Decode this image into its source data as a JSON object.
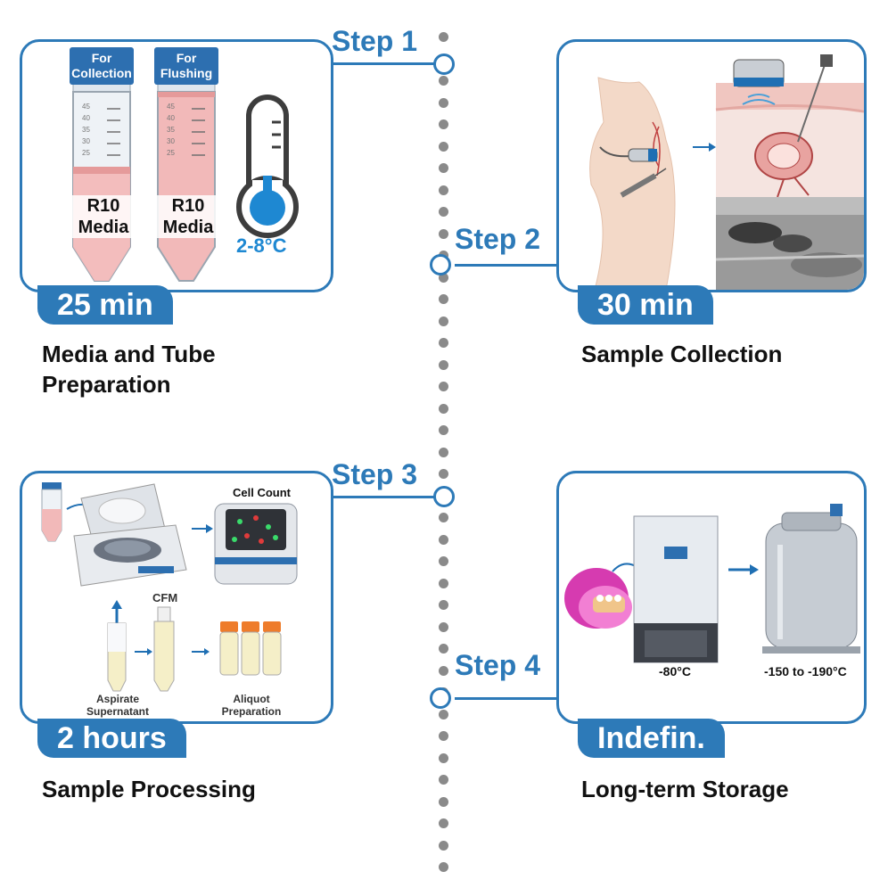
{
  "steps": [
    {
      "label": "Step 1",
      "time": "25 min",
      "title_lines": [
        "Media and Tube",
        "Preparation"
      ]
    },
    {
      "label": "Step 2",
      "time": "30 min",
      "title_lines": [
        "Sample Collection"
      ]
    },
    {
      "label": "Step 3",
      "time": "2 hours",
      "title_lines": [
        "Sample Processing"
      ]
    },
    {
      "label": "Step 4",
      "time": "Indefin.",
      "title_lines": [
        "Long-term Storage"
      ]
    }
  ],
  "step1": {
    "tube1_cap": [
      "For",
      "Collection"
    ],
    "tube2_cap": [
      "For",
      "Flushing"
    ],
    "media_label": [
      "R10",
      "Media"
    ],
    "temperature": "2-8°C",
    "graduations": [
      "45",
      "40",
      "35",
      "30",
      "25"
    ]
  },
  "step3": {
    "cell_count": "Cell Count",
    "cfm": "CFM",
    "aspirate": [
      "Aspirate",
      "Supernatant"
    ],
    "aliquot": [
      "Aliquot",
      "Preparation"
    ]
  },
  "step4": {
    "freezer_temp": "-80°C",
    "ln2_temp": "-150 to -190°C"
  },
  "colors": {
    "accent": "#2d7ab8",
    "dots": "#8a8a8a",
    "media": "#f2b9b9"
  }
}
